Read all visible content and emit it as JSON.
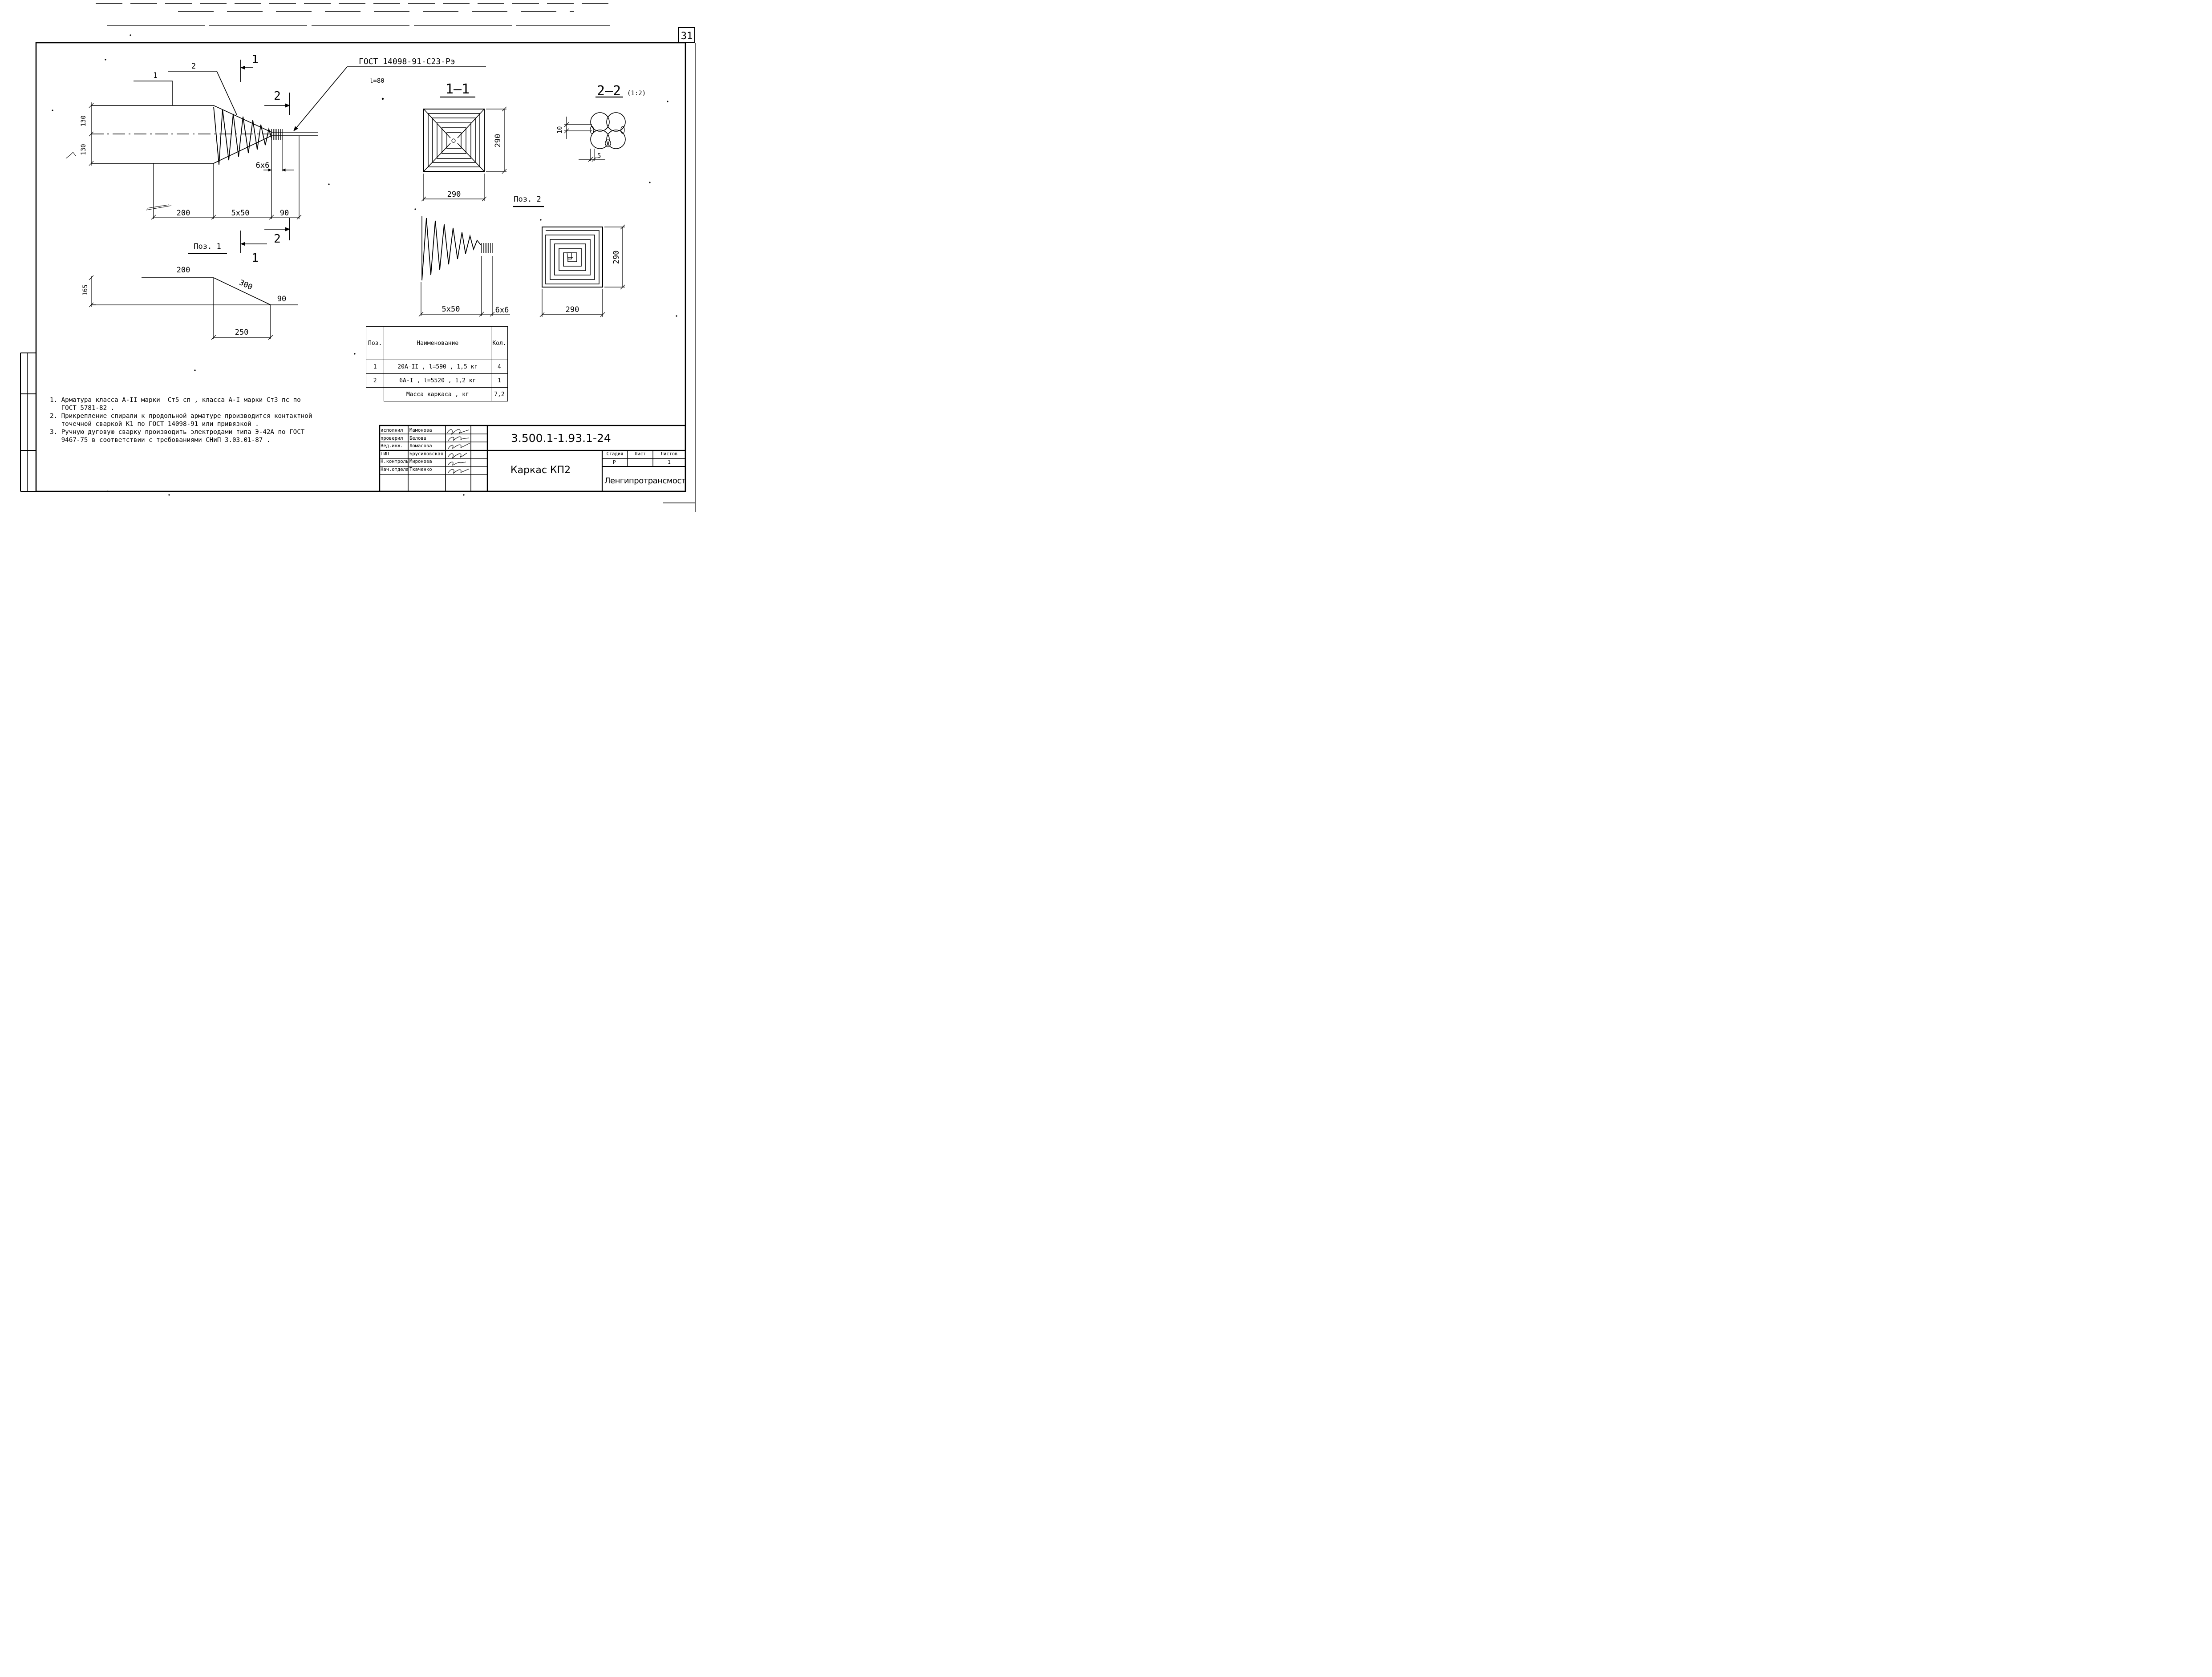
{
  "sheet": {
    "number": "31"
  },
  "drawing": {
    "gost_callout": "ГОСТ 14098-91-С23-Рэ",
    "weld_length": "l=80",
    "pos_label_1": "1",
    "pos_label_2": "2",
    "section_mark_1": "1",
    "section_mark_2": "2",
    "pos1_caption": "Поз. 1",
    "pos2_caption": "Поз. 2",
    "section_1_title": "1–1",
    "section_2_title": "2–2",
    "section_2_scale": "(1:2)",
    "dims": {
      "d130": "130",
      "d200": "200",
      "d5x50": "5x50",
      "d90": "90",
      "d6x6": "6x6",
      "d165": "165",
      "d300": "300",
      "d250": "250",
      "d290": "290",
      "d10": "10",
      "d5": "5"
    }
  },
  "spec_table": {
    "headers": {
      "pos": "Поз.",
      "name": "Наименование",
      "qty": "Кол."
    },
    "rows": [
      {
        "pos": "1",
        "name": "20А-II , l=590 , 1,5 кг",
        "qty": "4"
      },
      {
        "pos": "2",
        "name": "6А-I , l=5520 , 1,2 кг",
        "qty": "1"
      }
    ],
    "total": {
      "label": "Масса каркаса , кг",
      "qty": "7,2"
    }
  },
  "notes": [
    "1. Арматура класса А-II марки  Ст5 сп , класса А-I марки Ст3 пс по",
    "   ГОСТ 5781-82 .",
    "2. Прикрепление спирали к продольной арматуре производится контактной",
    "   точечной сваркой К1 по ГОСТ 14098-91 или привязкой .",
    "3. Ручную дуговую сварку производить электродами типа Э-42А по ГОСТ",
    "   9467-75 в соответствии с требованиями СНиП 3.03.01-87 ."
  ],
  "title_block": {
    "roles": [
      "исполнил",
      "проверил",
      "Вед.инж.",
      "ГИП",
      "Н.контроль",
      "Нач.отдела"
    ],
    "names": [
      "Мамонова",
      "Белова",
      "Ломасова",
      "Брусиловская",
      "Миронова",
      "Ткаченко"
    ],
    "doc_code": "3.500.1-1.93.1-24",
    "doc_title": "Каркас КП2",
    "stage_label": "Стадия",
    "sheet_label": "Лист",
    "sheets_label": "Листов",
    "stage_value": "Р",
    "sheets_value": "1",
    "organization": "Ленгипротрансмост"
  }
}
